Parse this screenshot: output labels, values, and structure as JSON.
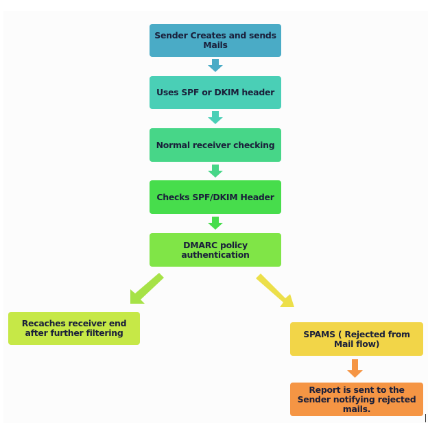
{
  "nodes": {
    "sender": {
      "label": "Sender Creates and sends Mails",
      "color": "#4aabc6"
    },
    "uses_spf": {
      "label": "Uses SPF or DKIM header",
      "color": "#4acfb6"
    },
    "normal_check": {
      "label": "Normal receiver checking",
      "color": "#47d688"
    },
    "checks_spf": {
      "label": "Checks SPF/DKIM Header",
      "color": "#47dd4c"
    },
    "dmarc": {
      "label": "DMARC policy authentication",
      "color": "#80e547"
    },
    "reaches": {
      "label": "Recaches receiver end after further filtering",
      "color": "#c6e847"
    },
    "spams": {
      "label": "SPAMS ( Rejected from Mail flow)",
      "color": "#f2d548"
    },
    "report": {
      "label": "Report is sent to the Sender notifying rejected mails.",
      "color": "#f59544"
    }
  }
}
